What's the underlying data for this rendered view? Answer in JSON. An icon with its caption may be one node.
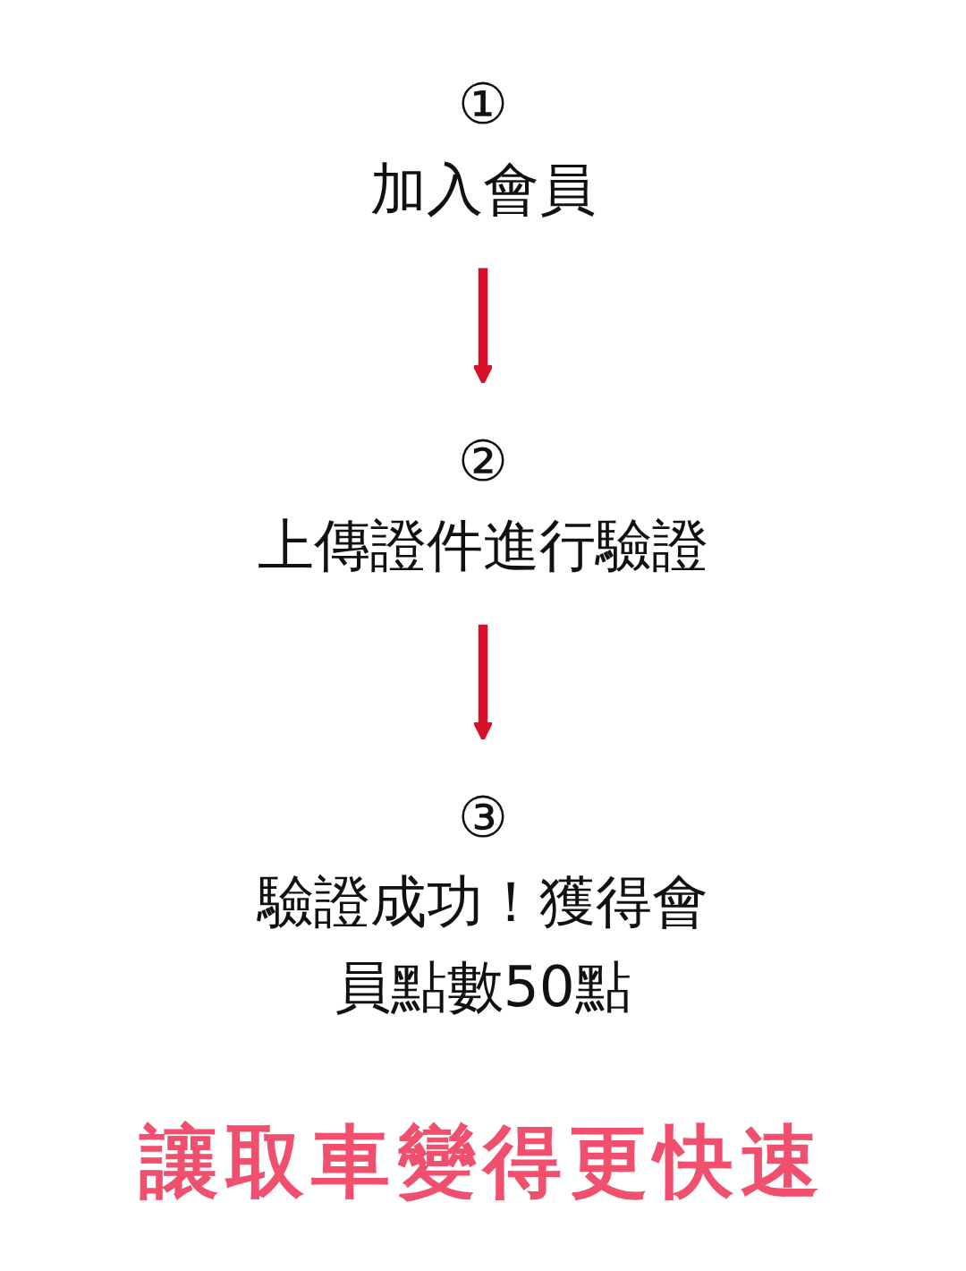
{
  "diagram": {
    "nodes": [
      {
        "text": [
          "①",
          "加入會員"
        ]
      },
      {
        "text": [
          "②",
          "上傳證件進行驗證"
        ]
      },
      {
        "text": [
          "③",
          "驗證成功！獲得會員點數50點"
        ]
      }
    ],
    "edges": [
      {
        "from": 0,
        "to": 1,
        "arrow": "to",
        "color": "#d9102a"
      },
      {
        "from": 1,
        "to": 2,
        "arrow": "to",
        "color": "#d9102a"
      }
    ],
    "caption": "讓取車變得更快速"
  }
}
